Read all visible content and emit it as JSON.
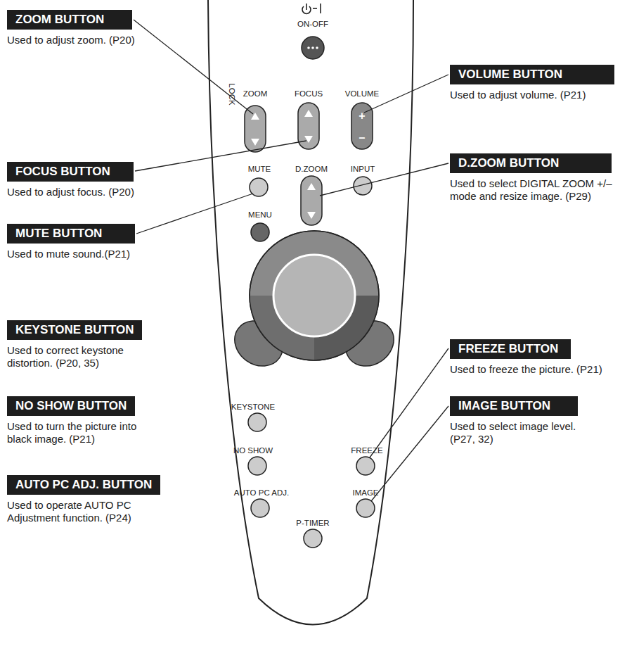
{
  "diagram": {
    "nodes": [
      {
        "text": [
          "ZOOM BUTTON",
          "Used to adjust zoom. (P20)"
        ]
      },
      {
        "text": [
          "VOLUME BUTTON",
          "Used to adjust volume. (P21)"
        ]
      },
      {
        "text": [
          "FOCUS BUTTON",
          "Used to adjust focus. (P20)"
        ]
      },
      {
        "text": [
          "D.ZOOM BUTTON",
          "Used to select DIGITAL ZOOM +/– mode and resize image. (P29)"
        ]
      },
      {
        "text": [
          "MUTE BUTTON",
          "Used to mute sound.(P21)"
        ]
      },
      {
        "text": [
          "KEYSTONE BUTTON",
          "Used to correct keystone distortion. (P20, 35)"
        ]
      },
      {
        "text": [
          "FREEZE BUTTON",
          "Used to freeze the picture. (P21)"
        ]
      },
      {
        "text": [
          "NO SHOW BUTTON",
          "Used to turn the picture into black image. (P21)"
        ]
      },
      {
        "text": [
          "IMAGE BUTTON",
          "Used to select image level. (P27, 32)"
        ]
      },
      {
        "text": [
          "AUTO PC ADJ. BUTTON",
          "Used to operate AUTO PC Adjustment function. (P24)"
        ]
      }
    ],
    "labels": [
      "ON-OFF",
      "LOCK",
      "ZOOM",
      "FOCUS",
      "VOLUME",
      "+",
      "–",
      "MUTE",
      "D.ZOOM",
      "INPUT",
      "MENU",
      "KEYSTONE",
      "NO SHOW",
      "FREEZE",
      "AUTO PC ADJ.",
      "IMAGE",
      "P-TIMER"
    ]
  }
}
